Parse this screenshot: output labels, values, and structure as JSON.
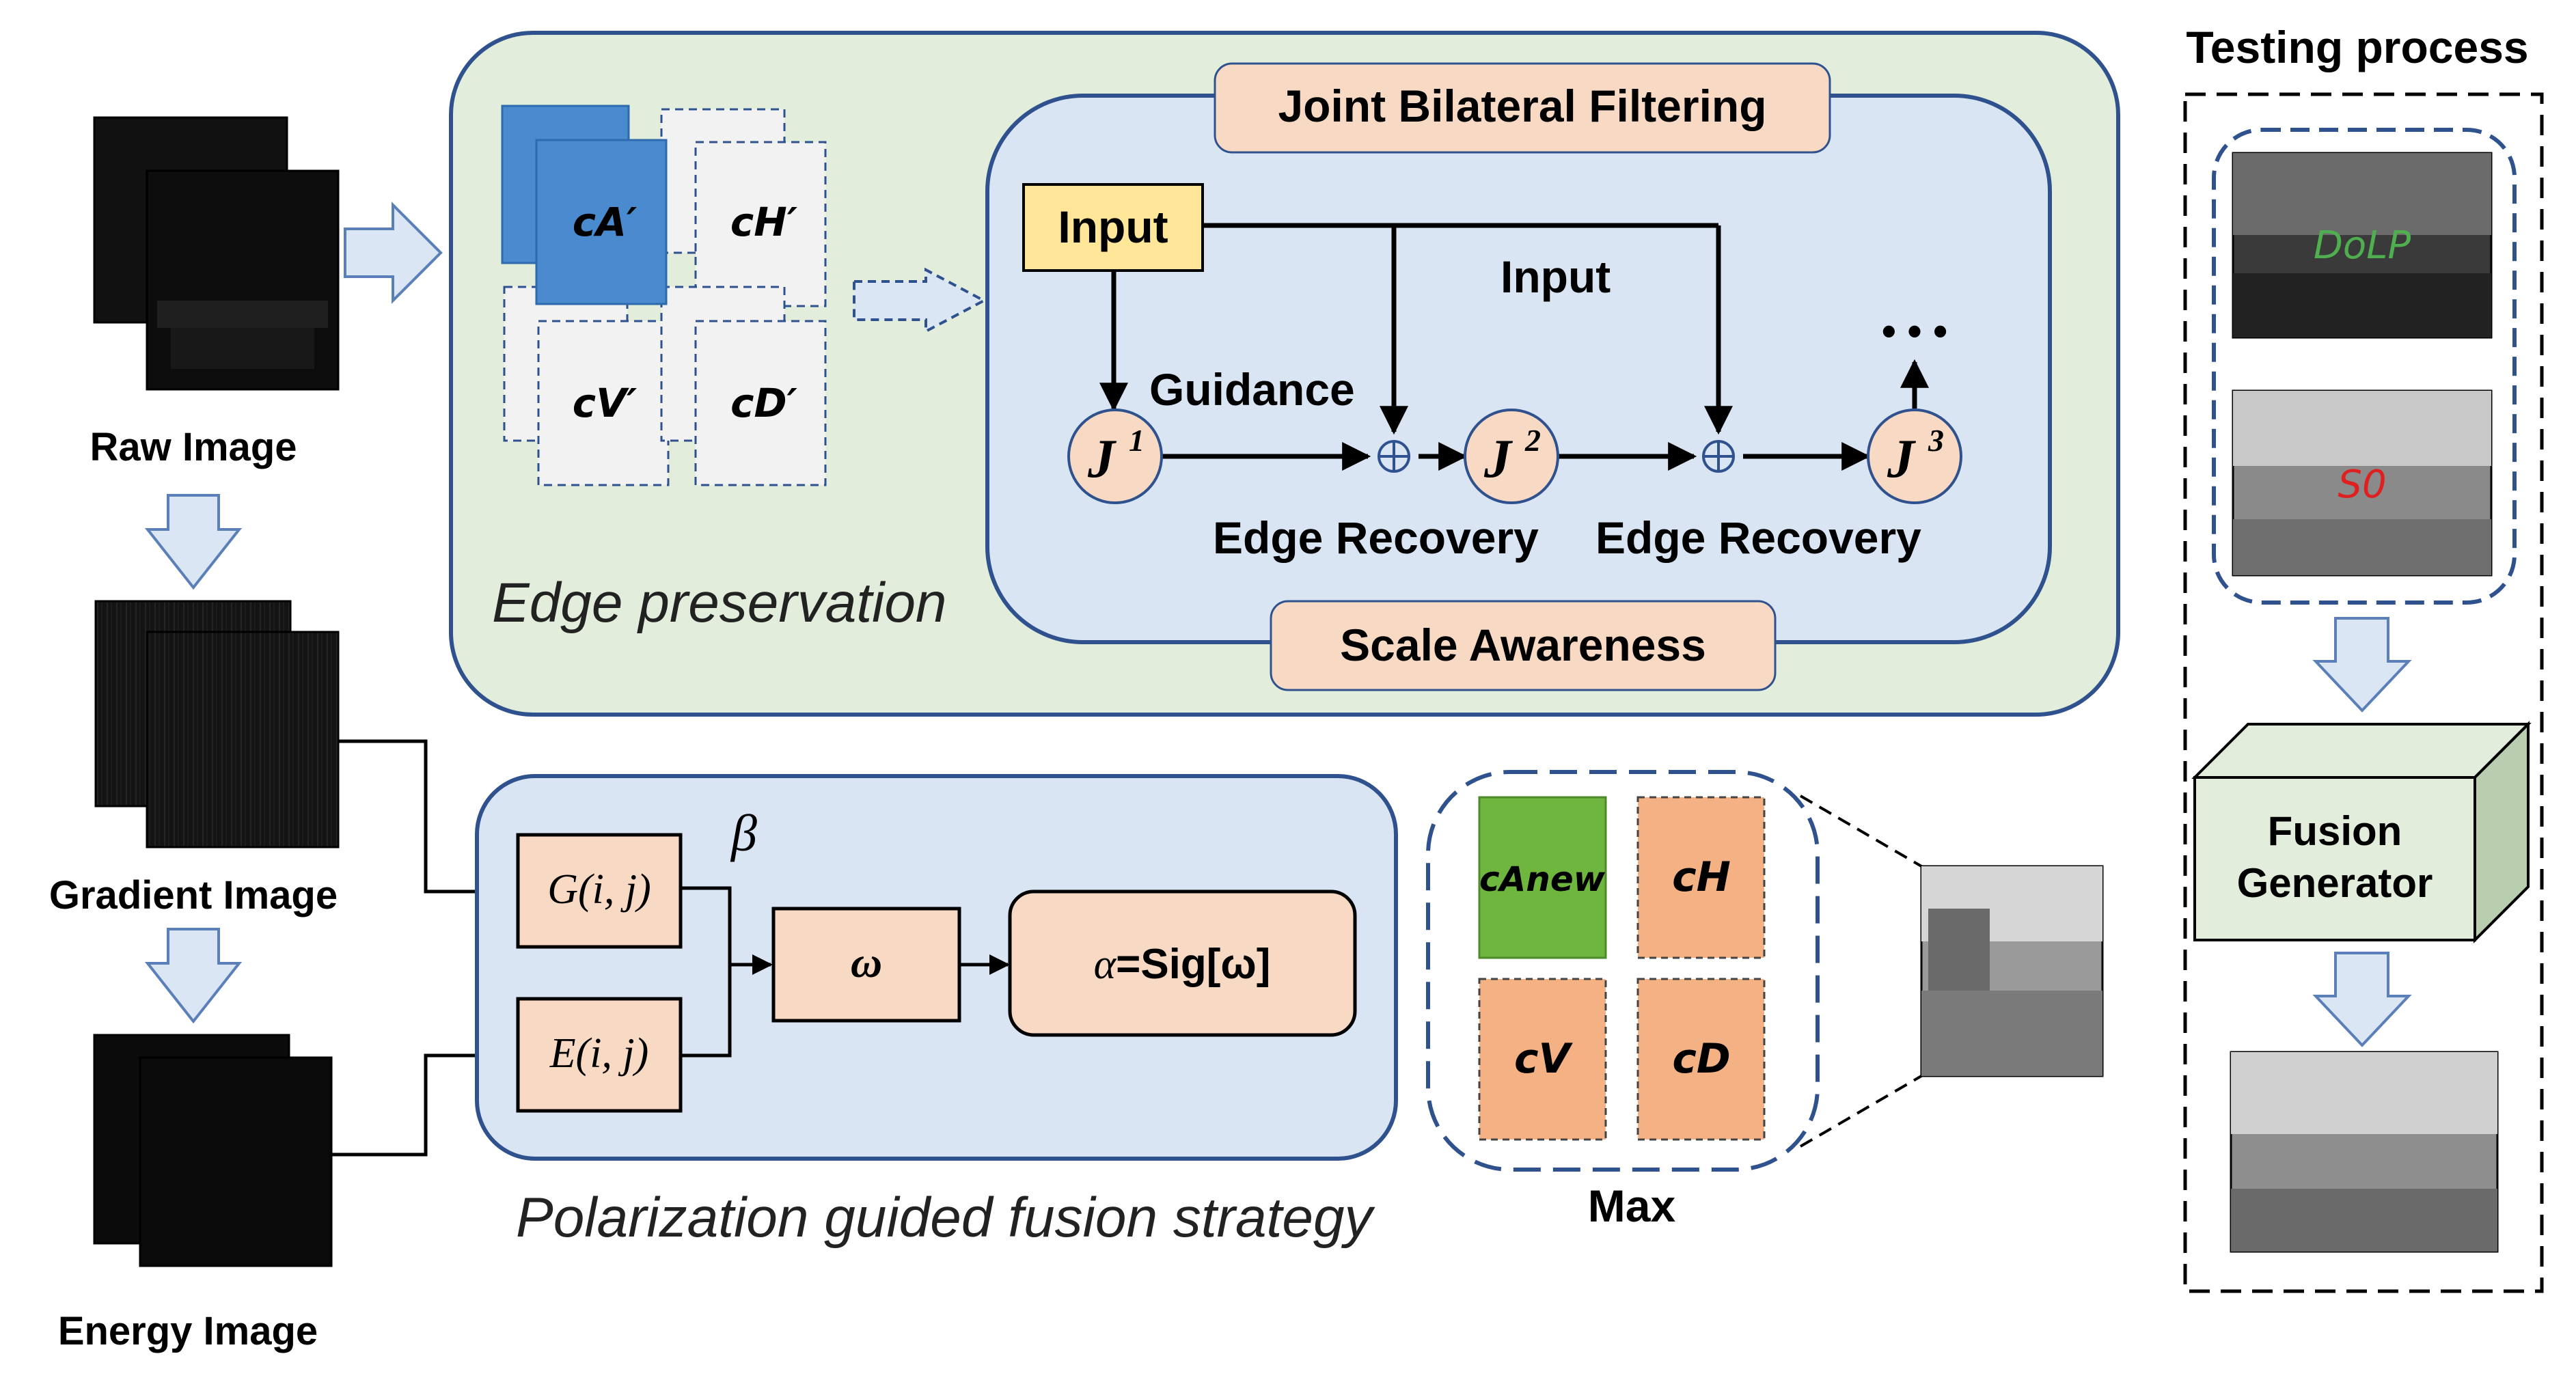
{
  "left_column": {
    "raw_label": "Raw Image",
    "gradient_label": "Gradient Image",
    "energy_label": "Energy Image"
  },
  "edge_preservation": {
    "title": "Edge preservation",
    "wavelet_tiles": [
      "cA′",
      "cH′",
      "cV′",
      "cD′"
    ],
    "jbf": {
      "title": "Joint Bilateral Filtering",
      "input_box": "Input",
      "input_label": "Input",
      "guidance_label": "Guidance",
      "nodes": [
        "J",
        "J",
        "J"
      ],
      "node_exponents": [
        "1",
        "2",
        "3"
      ],
      "edge_recovery_1": "Edge Recovery",
      "edge_recovery_2": "Edge Recovery",
      "ellipsis": "• • •",
      "scale_awareness": "Scale Awareness"
    }
  },
  "fusion_strategy": {
    "title": "Polarization guided fusion strategy",
    "beta": "β",
    "g_box": "G(i, j)",
    "e_box": "E(i, j)",
    "omega_box": "ω",
    "alpha_sym": "α",
    "alpha_rest": "=Sig[ω]"
  },
  "max_block": {
    "tiles": [
      "cAnew",
      "cH",
      "cV",
      "cD"
    ],
    "label": "Max"
  },
  "testing": {
    "title": "Testing process",
    "dolp_label": "DoLP",
    "s0_label": "S0",
    "generator_line1": "Fusion",
    "generator_line2": "Generator"
  },
  "colors": {
    "green_panel": "#e2eedb",
    "blue_panel": "#dae5f3",
    "panel_border": "#2f528f",
    "peach": "#f8d9c3",
    "input_yellow": "#ffe699",
    "tile_blue": "#4a8bd0",
    "tile_green": "#6fb63f",
    "tile_orange": "#f4b183",
    "arrow_fill": "#dbe6f4",
    "arrow_stroke": "#5b7fb8"
  }
}
